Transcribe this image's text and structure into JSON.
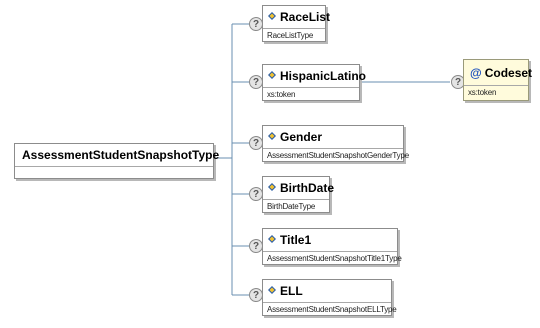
{
  "root": {
    "name": "AssessmentStudentSnapshotType",
    "icon": "element-icon"
  },
  "children": [
    {
      "name": "RaceList",
      "type": "RaceListType",
      "icon": "element-icon",
      "optional_marker": "?"
    },
    {
      "name": "HispanicLatino",
      "type": "xs:token",
      "icon": "element-icon",
      "optional_marker": "?"
    },
    {
      "name": "Gender",
      "type": "AssessmentStudentSnapshotGenderType",
      "icon": "element-icon",
      "optional_marker": "?"
    },
    {
      "name": "BirthDate",
      "type": "BirthDateType",
      "icon": "element-icon",
      "optional_marker": "?"
    },
    {
      "name": "Title1",
      "type": "AssessmentStudentSnapshotTitle1Type",
      "icon": "element-icon",
      "optional_marker": "?"
    },
    {
      "name": "ELL",
      "type": "AssessmentStudentSnapshotELLType",
      "icon": "element-icon",
      "optional_marker": "?"
    }
  ],
  "attribute": {
    "symbol": "@",
    "name": "Codeset",
    "type": "xs:token",
    "optional_marker": "?"
  },
  "colors": {
    "connector": "#6a8fb0",
    "attribute_fill": "#fffbdc",
    "element_icon": "#2b5ea8"
  }
}
